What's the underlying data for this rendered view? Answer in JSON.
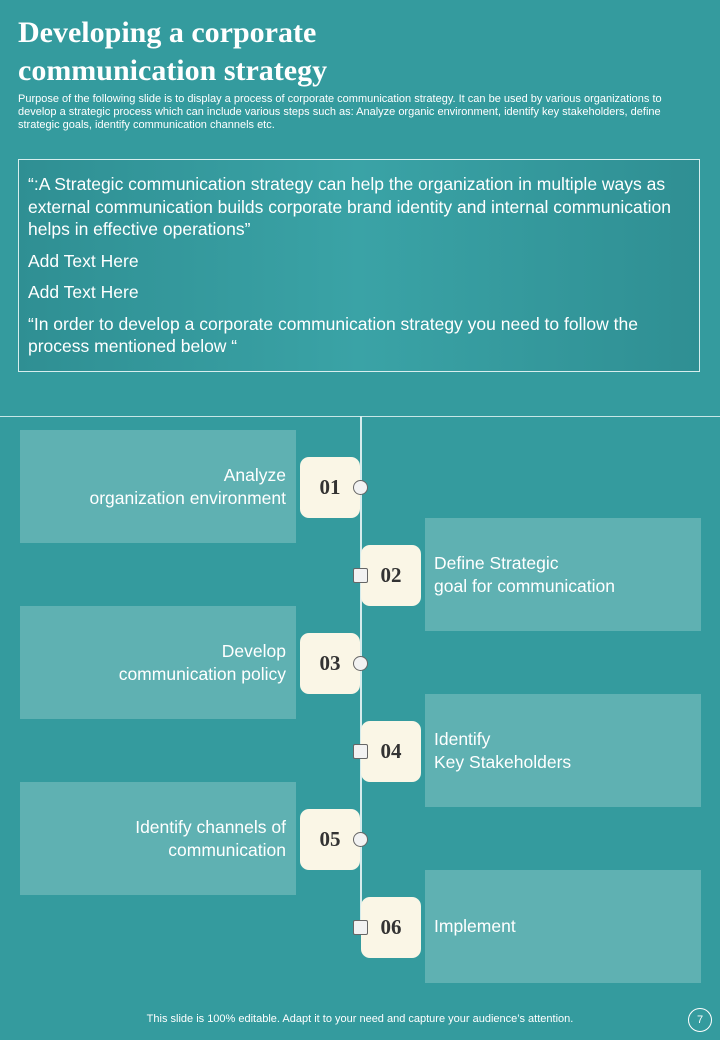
{
  "header": {
    "title_line1": "Developing a corporate",
    "title_line2": "communication strategy",
    "subtitle": "Purpose of the following slide is to display a process of corporate communication strategy. It can be used by various organizations to develop a strategic process which can include various steps such as: Analyze organic environment, identify key stakeholders, define strategic goals, identify communication channels etc."
  },
  "quote_box": {
    "paragraphs": [
      "“:A Strategic communication strategy can help the organization in multiple ways as external communication builds corporate brand identity and internal communication helps in effective operations”",
      "Add Text Here",
      "Add Text Here",
      "“In order to develop a corporate communication strategy you need to follow the process mentioned below “"
    ]
  },
  "steps": [
    {
      "number": "01",
      "line1": "Analyze",
      "line2": "organization environment"
    },
    {
      "number": "02",
      "line1": "Define Strategic",
      "line2": "goal for communication"
    },
    {
      "number": "03",
      "line1": "Develop",
      "line2": "communication policy"
    },
    {
      "number": "04",
      "line1": "Identify",
      "line2": "Key Stakeholders"
    },
    {
      "number": "05",
      "line1": "Identify channels of",
      "line2": "communication"
    },
    {
      "number": "06",
      "line1": "Implement",
      "line2": ""
    }
  ],
  "footer": {
    "text": "This slide is 100% editable. Adapt it to your need and capture your audience’s attention.",
    "page_number": "7"
  }
}
